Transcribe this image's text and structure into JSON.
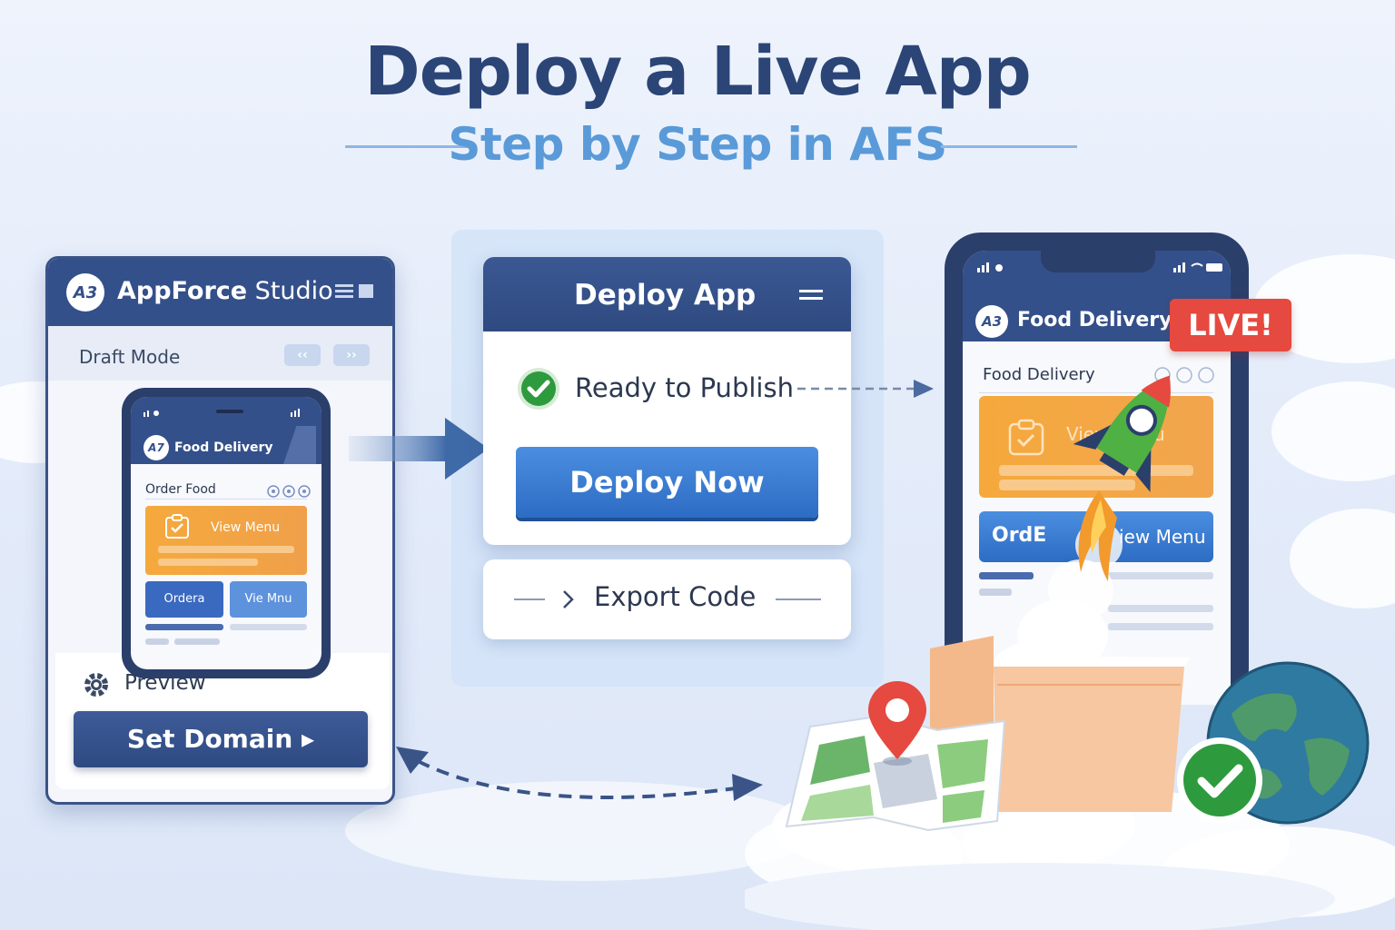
{
  "header": {
    "title": "Deploy a Live App",
    "subtitle": "Step by Step in AFS"
  },
  "studio": {
    "logo": "A3",
    "name_bold": "AppForce",
    "name_rest": " Studio",
    "mode": "Draft Mode",
    "nav_prev": "‹‹",
    "nav_next": "››",
    "phone": {
      "logo": "A7",
      "title": "Food Delivery",
      "section": "Order Food",
      "card_label": "View Menu",
      "btn_order": "Ordera",
      "btn_view": "Vie Mnu"
    },
    "preview_label": "Preview",
    "set_domain": "Set Domain ▸"
  },
  "deploy": {
    "title": "Deploy App",
    "status": "Ready to Publish",
    "deploy_button": "Deploy Now",
    "export_label": "Export Code"
  },
  "live_phone": {
    "logo": "A3",
    "title": "Food Delivery",
    "subtitle": "Food Delivery",
    "card_label": "View Menu",
    "order_left": "OrdE",
    "order_right": "iew Menu",
    "badge": "LIVE!"
  },
  "colors": {
    "navy": "#34508a",
    "accent_blue": "#2d6cc4",
    "orange": "#f5a93c",
    "success_green": "#2e9a3e",
    "live_red": "#e5493f"
  },
  "icons": [
    "menu-icon",
    "check-circle-icon",
    "chevron-right-icon",
    "gear-icon",
    "rocket-icon",
    "map-pin-icon",
    "globe-icon",
    "arrow-right-icon"
  ]
}
